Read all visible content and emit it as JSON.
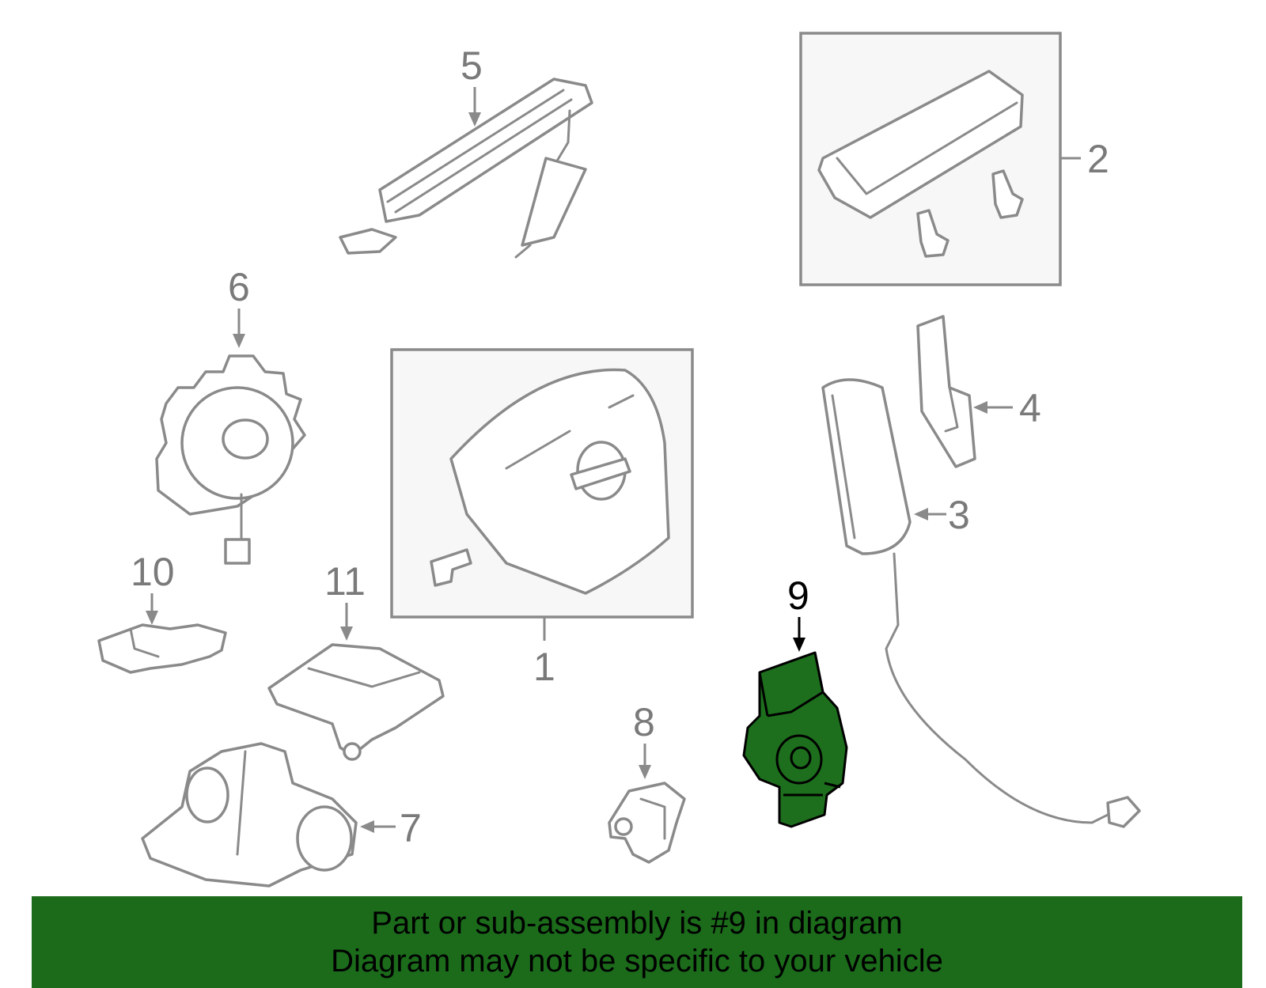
{
  "callouts": {
    "c1": "1",
    "c2": "2",
    "c3": "3",
    "c4": "4",
    "c5": "5",
    "c6": "6",
    "c7": "7",
    "c8": "8",
    "c9": "9",
    "c10": "10",
    "c11": "11"
  },
  "banner": {
    "line1": "Part or sub-assembly is #9 in diagram",
    "line2": "Diagram may not be specific to your vehicle"
  },
  "colors": {
    "highlight": "#1d6f1d",
    "banner": "#1b6b1b",
    "outline": "#8a8a8a"
  }
}
